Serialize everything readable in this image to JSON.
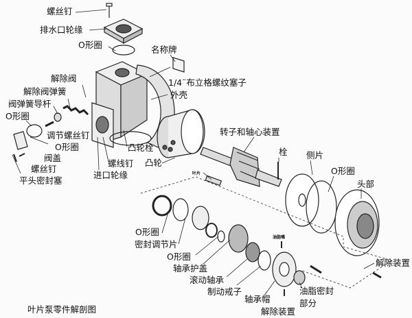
{
  "title": "叶片泵零件解剖图",
  "labels": {
    "screw_top": "螺丝钉",
    "discharge_flange": "排水口轮缘",
    "oring_top": "O形圈",
    "nameplate": "名称牌",
    "relief_valve": "解除阀",
    "pipe_plug": "1/4¨布立格螺纹塞子",
    "relief_spring": "解除阀弹簧",
    "casing": "外壳",
    "spring_guide": "阀弹簧导杆",
    "oring_left": "O形圈",
    "adjust_screw": "调节螺丝钉",
    "rotor_shaft": "转子和轴心装置",
    "oring_left2": "O形圈",
    "cam_pin": "凸轮栓",
    "pin": "栓",
    "side_plate": "侧片",
    "valve_cap": "阀盖",
    "cap_screw": "螺线钉",
    "cam": "凸轮",
    "screw_left": "螺丝钉",
    "flat_plug": "平头密封塞",
    "inlet_flange": "进口轮缘",
    "oring_head": "O形圈",
    "head": "头部",
    "vane": "叶片",
    "oring_seal": "O形圈",
    "seal_shim": "密封调节片",
    "oring_small": "O形圈",
    "bearing_cover": "轴承护盖",
    "grease_fitting": "油脂嘴",
    "relief_device_right": "解除装置",
    "roller_bearing": "滚动轴承",
    "lock_ring": "制动戒子",
    "bearing_cap": "轴承帽",
    "grease_seal_1": "油脂密封",
    "grease_seal_2": "部分",
    "relief_device_bottom": "解除装置"
  }
}
